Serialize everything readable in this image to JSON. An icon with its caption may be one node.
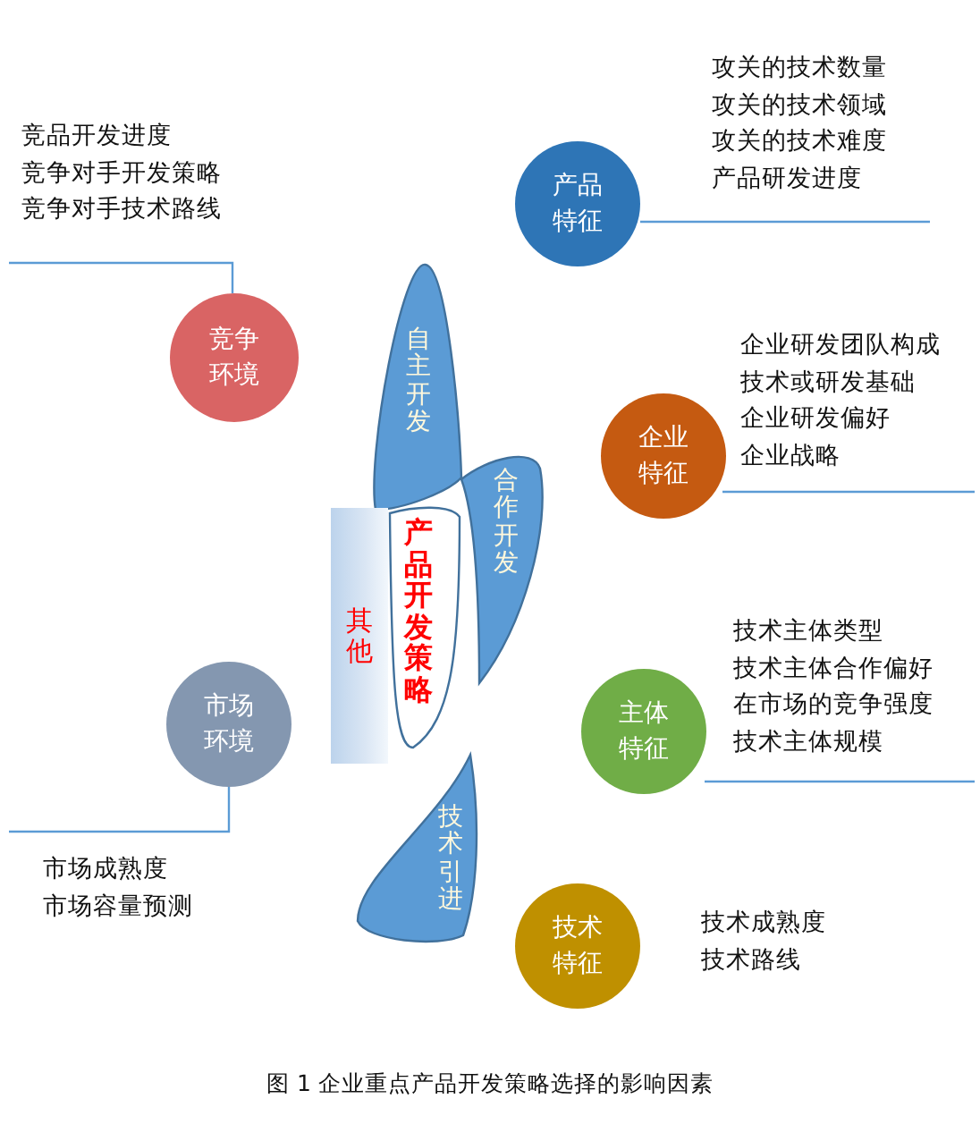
{
  "diagram": {
    "caption": "图 1 企业重点产品开发策略选择的影响因素",
    "nodes": [
      {
        "text": [
          "产品特征"
        ],
        "beside": [
          "攻关的技术数量",
          "攻关的技术领域",
          "攻关的技术难度",
          "产品研发进度"
        ]
      },
      {
        "text": [
          "竞争环境"
        ],
        "beside": [
          "竞品开发进度",
          "竞争对手开发策略",
          "竞争对手技术路线"
        ]
      },
      {
        "text": [
          "自主开发"
        ]
      },
      {
        "text": [
          "企业特征"
        ],
        "beside": [
          "企业研发团队构成",
          "技术或研发基础",
          "企业研发偏好",
          "企业战略"
        ]
      },
      {
        "text": [
          "合作开发"
        ]
      },
      {
        "text": [
          "产品开发策略"
        ]
      },
      {
        "text": [
          "其他"
        ]
      },
      {
        "text": [
          "市场环境"
        ],
        "beside": [
          "市场成熟度",
          "市场容量预测"
        ]
      },
      {
        "text": [
          "主体特征"
        ],
        "beside": [
          "技术主体类型",
          "技术主体合作偏好",
          "在市场的竞争强度",
          "技术主体规模"
        ]
      },
      {
        "text": [
          "技术引进"
        ]
      },
      {
        "text": [
          "技术特征"
        ],
        "beside": [
          "技术成熟度",
          "技术路线"
        ]
      }
    ]
  }
}
